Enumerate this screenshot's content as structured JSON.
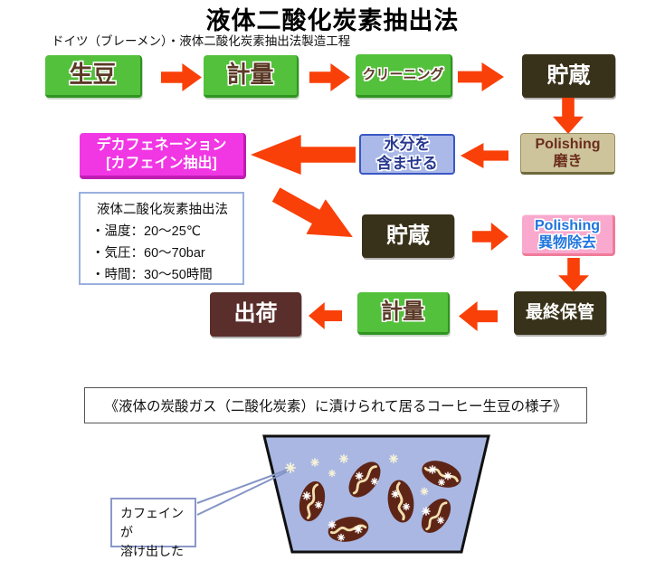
{
  "title": "液体二酸化炭素抽出法",
  "subtitle": "ドイツ（ブレーメン）・液体二酸化炭素抽出法製造工程",
  "colors": {
    "green": "#53c13b",
    "green_edge": "#2f9420",
    "dark": "#39321a",
    "maroon": "#5a2e2a",
    "magenta": "#f136e4",
    "magenta_edge": "#c01cb4",
    "blue_bg": "#aab9e8",
    "blue_border": "#3a57c4",
    "blue_text": "#28388f",
    "tan": "#cdc49c",
    "tan_edge": "#6f693f",
    "tan_text": "#6b2d1c",
    "pink": "#f9a9ce",
    "pink_edge": "#ef7b9b",
    "pink_text": "#2176dd",
    "arrow": "#f94009",
    "brown_text": "#5b3a26",
    "liquid": "#a9b7e2",
    "bean": "#5e2517",
    "crease": "#f2dfae",
    "callout": "#8494c6",
    "note_border": "#9ab0dd",
    "label_border": "#8a98c8"
  },
  "flow": {
    "row1": [
      {
        "label": "生豆"
      },
      {
        "label": "計量"
      },
      {
        "label": "クリーニング"
      },
      {
        "label": "貯蔵"
      }
    ],
    "row2": [
      {
        "lines": [
          "デカフェネーション",
          "[カフェイン抽出]"
        ]
      },
      {
        "lines": [
          "水分を",
          "含ませる"
        ]
      },
      {
        "lines": [
          "Polishing",
          "磨き"
        ]
      }
    ],
    "note": {
      "title": "液体二酸化炭素抽出法",
      "items": [
        "・温度：20〜25℃",
        "・気圧：60〜70bar",
        "・時間：30〜50時間"
      ]
    },
    "row3": [
      {
        "label": "貯蔵"
      },
      {
        "lines": [
          "Polishing",
          "異物除去"
        ]
      }
    ],
    "row4": [
      {
        "label": "出荷"
      },
      {
        "label": "計量"
      },
      {
        "label": "最終保管"
      }
    ]
  },
  "illustration": {
    "caption": "《液体の炭酸ガス（二酸化炭素）に漬けられて居るコーヒー生豆の様子》",
    "callout_label": {
      "lines": [
        "カフェインが",
        "溶け出した"
      ]
    },
    "beans": [
      [
        345,
        554,
        14,
        1
      ],
      [
        385,
        585,
        80,
        1
      ],
      [
        403,
        530,
        38,
        1
      ],
      [
        443,
        554,
        -8,
        1.05
      ],
      [
        488,
        524,
        110,
        1
      ],
      [
        482,
        570,
        35,
        0.95
      ]
    ],
    "sparkles": [
      [
        321,
        517,
        1.1,
        "#f6f1d8"
      ],
      [
        348,
        511,
        0.9,
        "#f6f1d8"
      ],
      [
        380,
        507,
        0.95,
        "#f6f1d8"
      ],
      [
        367,
        523,
        0.8,
        "#f6f1d8"
      ],
      [
        435,
        507,
        0.95,
        "#f6f1d8"
      ],
      [
        469,
        543,
        0.85,
        "#f6f1d8"
      ],
      [
        339,
        548,
        0.9,
        "#ffffff"
      ],
      [
        352,
        558,
        0.8,
        "#ffffff"
      ],
      [
        367,
        580,
        0.85,
        "#ffffff"
      ],
      [
        396,
        585,
        0.9,
        "#ffffff"
      ],
      [
        377,
        594,
        0.8,
        "#ffffff"
      ],
      [
        397,
        526,
        0.85,
        "#ffffff"
      ],
      [
        414,
        532,
        0.8,
        "#ffffff"
      ],
      [
        437,
        546,
        0.85,
        "#ffffff"
      ],
      [
        449,
        560,
        0.8,
        "#ffffff"
      ],
      [
        478,
        519,
        0.9,
        "#ffffff"
      ],
      [
        495,
        526,
        0.85,
        "#ffffff"
      ],
      [
        488,
        533,
        0.75,
        "#ffffff"
      ],
      [
        471,
        565,
        0.9,
        "#ffffff"
      ],
      [
        487,
        575,
        0.8,
        "#ffffff"
      ]
    ]
  }
}
